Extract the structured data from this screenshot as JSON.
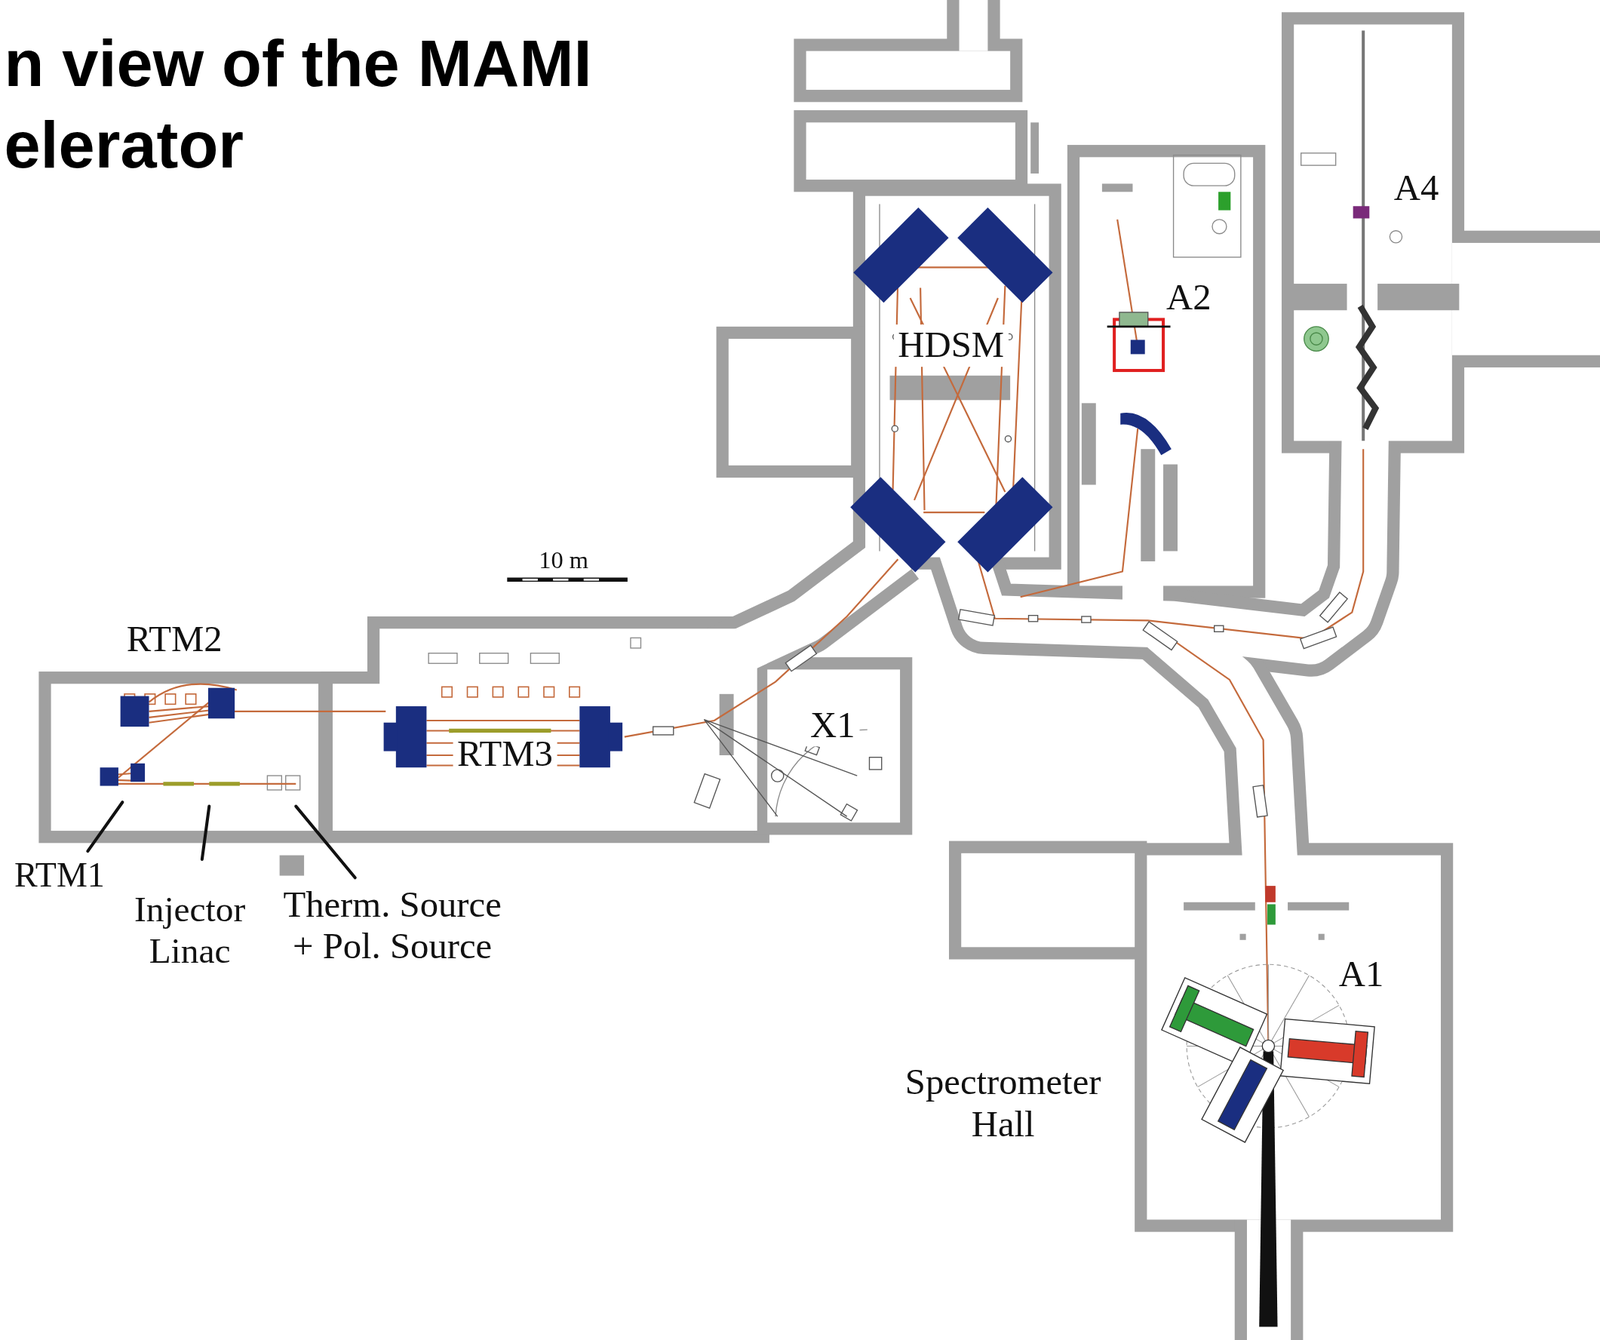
{
  "diagram": {
    "title": "n view of the MAMI elerator",
    "labels": [
      "RTM2",
      "RTM1",
      "Injector Linac",
      "Therm. Source + Pol. Source",
      "RTM3",
      "X1",
      "HDSM",
      "A2",
      "A4",
      "A1",
      "Spectrometer Hall",
      "10 m"
    ]
  }
}
